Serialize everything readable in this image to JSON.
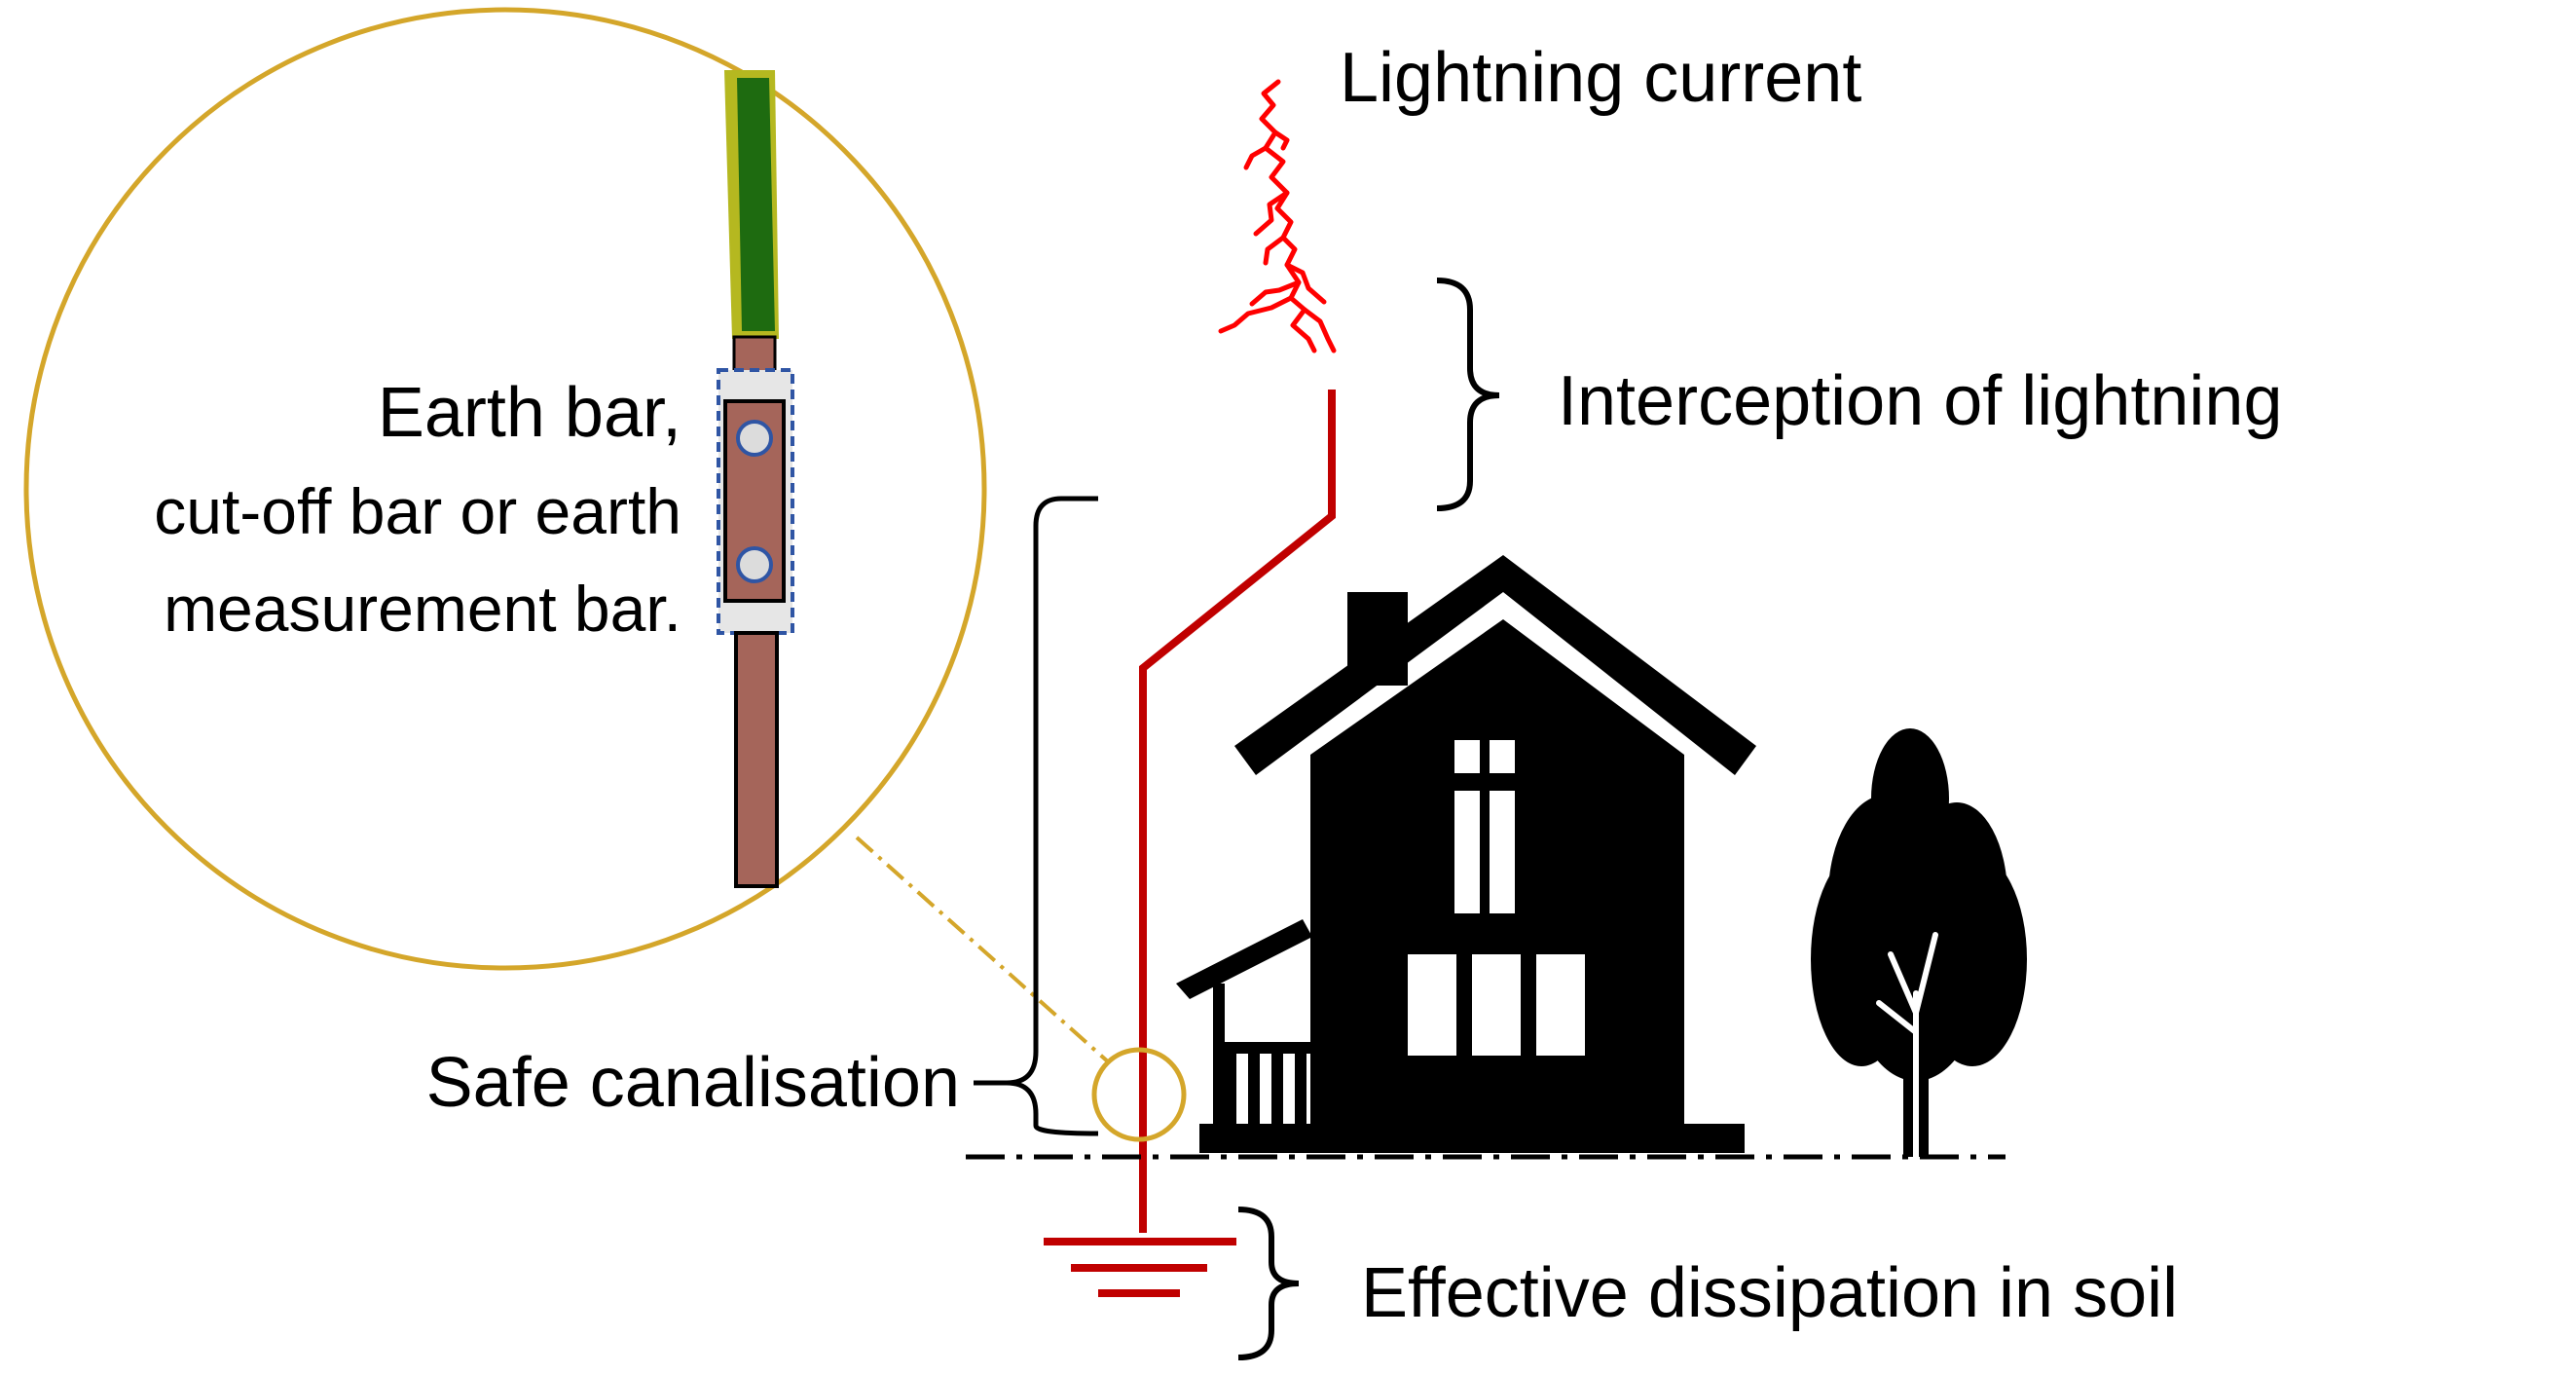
{
  "labels": {
    "lightning_current": "Lightning current",
    "interception": "Interception of lightning",
    "safe_canalisation": "Safe canalisation",
    "dissipation": "Effective dissipation in soil",
    "earth_bar_line1": "Earth bar,",
    "earth_bar_line2": "cut-off bar or earth",
    "earth_bar_line3": "measurement bar."
  },
  "colors": {
    "conductor": "#c00000",
    "lightning": "#ff0000",
    "magnifier_circle": "#d4a62a",
    "copper": "#a5655a",
    "cable_green": "#1e6b10",
    "cable_yellow": "#b5b820",
    "bolt_stroke": "#2f55a4",
    "house": "#000000"
  },
  "icons": {
    "lightning": "lightning-bolt-icon",
    "house": "house-icon",
    "tree": "tree-icon",
    "earth": "ground-symbol-icon"
  }
}
